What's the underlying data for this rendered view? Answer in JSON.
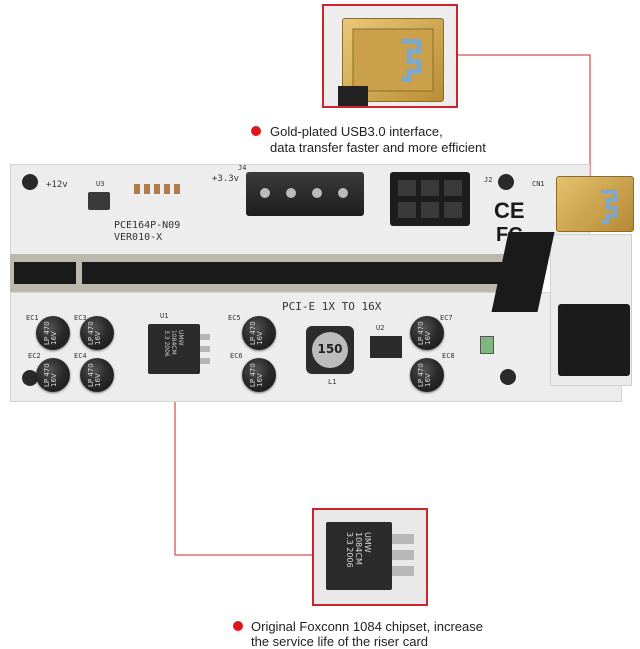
{
  "callouts": {
    "usb": {
      "line1": "Gold-plated USB3.0 interface,",
      "line2": "data transfer faster and more efficient"
    },
    "chip": {
      "line1": "Original Foxconn 1084 chipset, increase",
      "line2": "the service life of the riser card"
    }
  },
  "board": {
    "model_line1": "PCE164P-N09",
    "model_line2": "VER010-X",
    "slot_label": "PCI-E 1X TO 16X",
    "inductor_code": "150",
    "chip_text_1": "UMW",
    "chip_text_2": "1084CM",
    "chip_text_3": "3.3 2006",
    "label_12v": "+12v",
    "label_33v": "+3.3v",
    "label_j4": "J4",
    "label_j2": "J2",
    "label_cn1": "CN1",
    "label_u1": "U1",
    "label_u2": "U2",
    "label_u3": "U3",
    "label_l1": "L1",
    "label_ec1": "EC1",
    "label_ec2": "EC2",
    "label_ec3": "EC3",
    "label_ec4": "EC4",
    "label_ec5": "EC5",
    "label_ec6": "EC6",
    "label_ec7": "EC7",
    "label_ec8": "EC8",
    "cap_text": "LP 470 16V",
    "ce_mark": "CE",
    "fc_mark": "FC"
  },
  "colors": {
    "callout_line": "#c9252b",
    "dot": "#e0161b",
    "board": "#ececec",
    "gold": "#c9a24a"
  }
}
